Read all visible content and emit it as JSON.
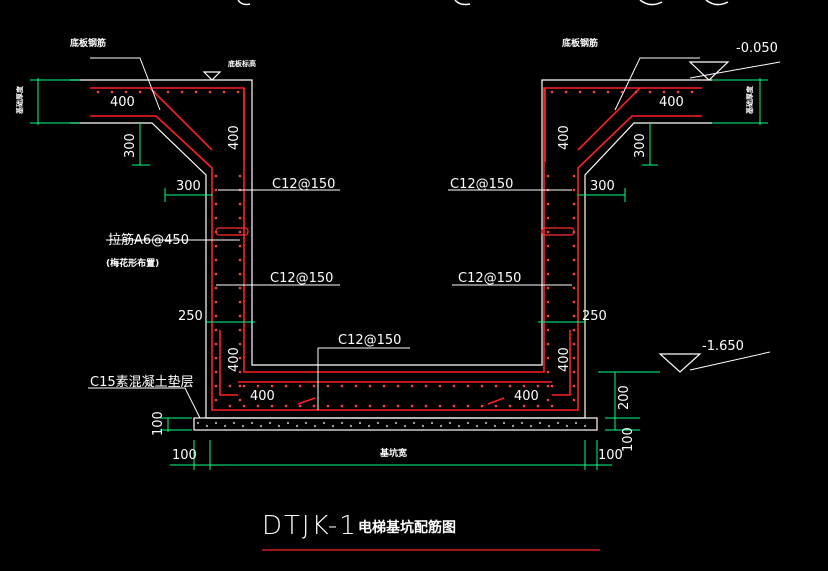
{
  "drawing": {
    "title_code": "DTJK-1",
    "title_text": "电梯基坑配筋图",
    "accent_color": "#ff2020",
    "line_color": "#ffffff",
    "rebar_color": "#ff2020",
    "dim_color": "#00ff7f"
  },
  "labels": {
    "bottom_rebar_left": "底板钢筋",
    "bottom_rebar_right": "底板钢筋",
    "level_top": "-0.050",
    "level_bottom": "-1.650",
    "top_mark_small": "底板标高",
    "side_left": "基础厚度",
    "side_right": "基础厚度",
    "tie_bar": "拉筋A6@450",
    "tie_bar_note": "(梅花形布置)",
    "cushion": "C15素混凝土垫层",
    "pit_width": "基坑宽"
  },
  "rebar": {
    "upper_left": "C12@150",
    "upper_right": "C12@150",
    "mid_left": "C12@150",
    "mid_right": "C12@150",
    "bottom": "C12@150"
  },
  "dims": {
    "top_left_400": "400",
    "top_right_400": "400",
    "left_300_v": "300",
    "right_300_v": "300",
    "left_400_slope": "400",
    "right_400_slope": "400",
    "left_300_h": "300",
    "right_300_h": "300",
    "left_250": "250",
    "right_250": "250",
    "left_400_v": "400",
    "right_400_v": "400",
    "bottom_left_400": "400",
    "bottom_right_400": "400",
    "cushion_100": "100",
    "right_200": "200",
    "right_100_v": "100",
    "bottom_left_100": "100",
    "bottom_right_100": "100"
  }
}
